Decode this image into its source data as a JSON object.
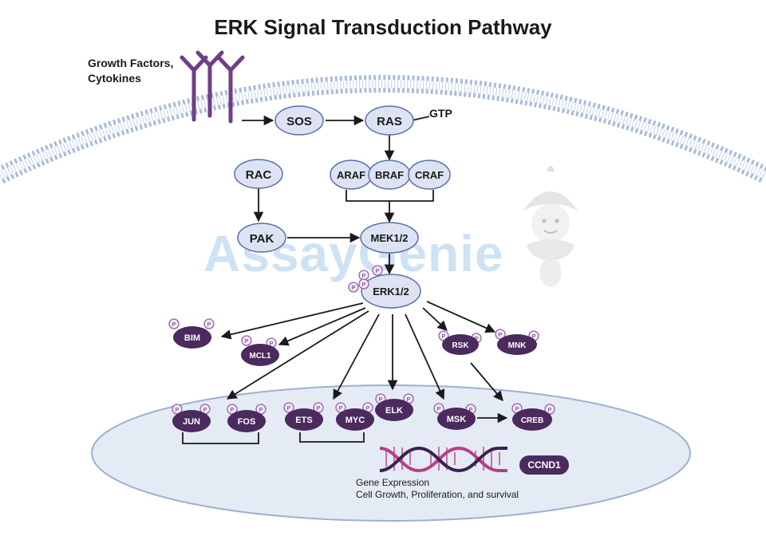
{
  "title": "ERK Signal Transduction Pathway",
  "receptor_label": [
    "Growth Factors,",
    "Cytokines"
  ],
  "gtp_label": "GTP",
  "watermark": "AssayGenie",
  "nodes": {
    "sos": "SOS",
    "ras": "RAS",
    "rac": "RAC",
    "araf": "ARAF",
    "braf": "BRAF",
    "craf": "CRAF",
    "pak": "PAK",
    "mek": "MEK1/2",
    "erk": "ERK1/2"
  },
  "targets": {
    "bim": "BIM",
    "mcl1": "MCL1",
    "rsk": "RSK",
    "mnk": "MNK",
    "jun": "JUN",
    "fos": "FOS",
    "ets": "ETS",
    "myc": "MYC",
    "elk": "ELK",
    "msk": "MSK",
    "creb": "CREB",
    "ccnd1": "CCND1"
  },
  "phospho_label": "P",
  "outcome": [
    "Gene Expression",
    "Cell Growth, Proliferation, and survival"
  ],
  "colors": {
    "node_fill": "#dde3f3",
    "node_stroke": "#5a6fa6",
    "target_fill": "#4b2a5e",
    "phospho_stroke": "#9b5fae",
    "nucleus_fill": "#e4ebf5",
    "nucleus_stroke": "#9fb0cd",
    "membrane": "#a9bcd8",
    "receptor": "#6e3f86",
    "dna_a": "#3a2150",
    "dna_b": "#b93e86",
    "watermark": "#a9cbeb"
  }
}
